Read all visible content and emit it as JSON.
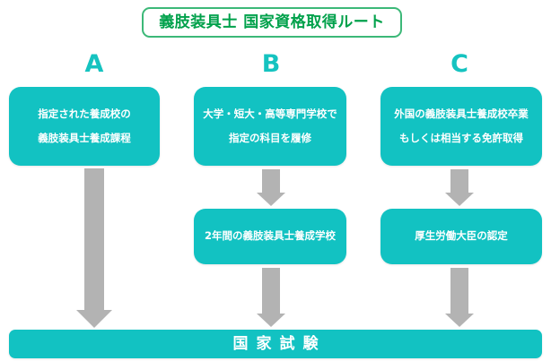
{
  "diagram": {
    "title": "義肢装具士 国家資格取得ルート",
    "title_border_color": "#3cb878",
    "title_text_color": "#00a14b",
    "box_color": "#12c2c2",
    "arrow_color": "#b3b3b3",
    "background_color": "#ffffff",
    "columns": [
      {
        "letter": "A"
      },
      {
        "letter": "B"
      },
      {
        "letter": "C"
      }
    ],
    "top_boxes": [
      {
        "id": "box-a",
        "line1": "指定された養成校の",
        "line2": "義肢装具士養成課程"
      },
      {
        "id": "box-b",
        "line1": "大学・短大・高等専門学校で",
        "line2": "指定の科目を履修"
      },
      {
        "id": "box-c",
        "line1": "外国の義肢装具士養成校卒業",
        "line2": "もしくは相当する免許取得"
      }
    ],
    "middle_boxes": [
      {
        "id": "box-b2",
        "line1": "2年間の義肢装具士養成学校"
      },
      {
        "id": "box-c2",
        "line1": "厚生労働大臣の認定"
      }
    ],
    "exam": {
      "label": "国家試験"
    }
  }
}
